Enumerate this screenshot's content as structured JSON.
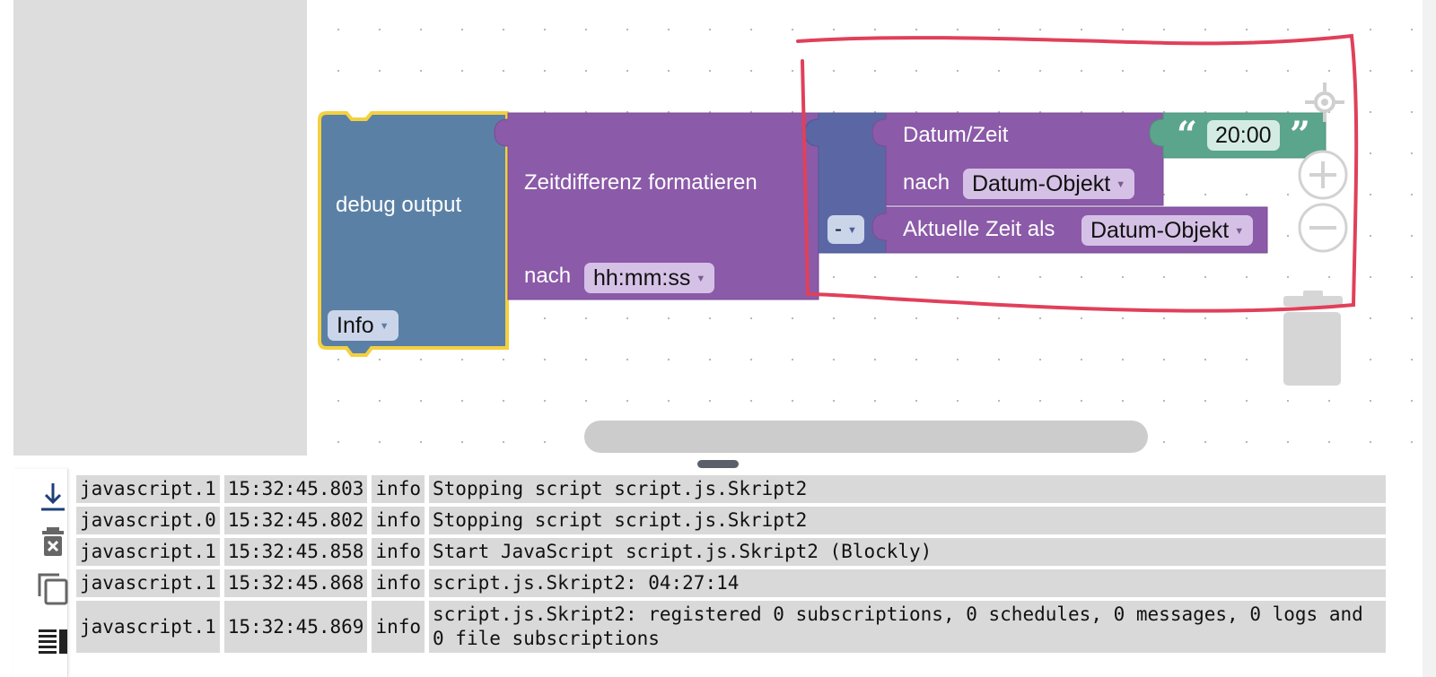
{
  "colors": {
    "debug_block": "#5b80a5",
    "debug_border": "#f4d03f",
    "time_block": "#8b5aa8",
    "math_block": "#5b67a5",
    "text_block": "#5ba58c",
    "annotation": "#e0405a"
  },
  "blocks": {
    "debug": {
      "label": "debug output",
      "level": "Info"
    },
    "time_diff": {
      "label": "Zeitdifferenz formatieren",
      "nach_label": "nach",
      "format": "hh:mm:ss"
    },
    "minus": {
      "operator": "-"
    },
    "convert": {
      "label": "Datum/Zeit",
      "nach_label": "nach",
      "target": "Datum-Objekt"
    },
    "text": {
      "open_quote": "“",
      "value": "20:00",
      "close_quote": "”"
    },
    "now": {
      "label": "Aktuelle Zeit als",
      "target": "Datum-Objekt"
    }
  },
  "workspace_controls": [
    "center-icon",
    "zoom-in-icon",
    "zoom-out-icon",
    "trash-icon"
  ],
  "log_toolbar": [
    "scroll-to-bottom-icon",
    "clear-log-icon",
    "copy-icon",
    "details-icon"
  ],
  "log": [
    {
      "source": "javascript.1",
      "time": "15:32:45.803",
      "level": "info",
      "message": "Stopping script script.js.Skript2"
    },
    {
      "source": "javascript.0",
      "time": "15:32:45.802",
      "level": "info",
      "message": "Stopping script script.js.Skript2"
    },
    {
      "source": "javascript.1",
      "time": "15:32:45.858",
      "level": "info",
      "message": "Start JavaScript script.js.Skript2 (Blockly)"
    },
    {
      "source": "javascript.1",
      "time": "15:32:45.868",
      "level": "info",
      "message": "script.js.Skript2: 04:27:14"
    },
    {
      "source": "javascript.1",
      "time": "15:32:45.869",
      "level": "info",
      "message": "script.js.Skript2: registered 0 subscriptions, 0 schedules, 0 messages, 0 logs and 0 file subscriptions"
    }
  ]
}
